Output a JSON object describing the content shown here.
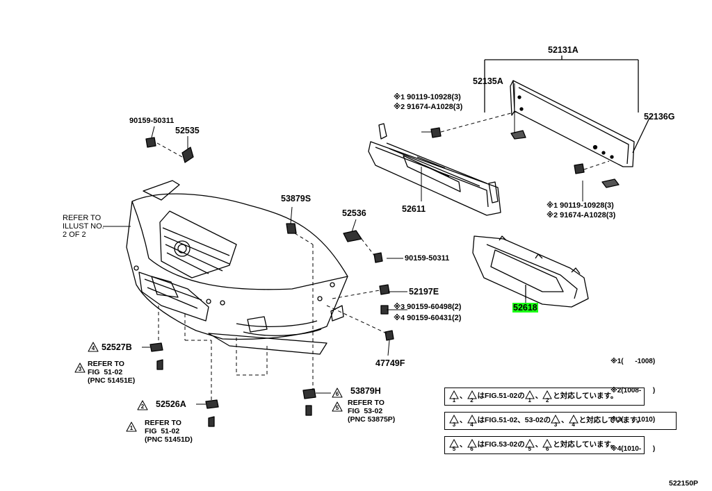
{
  "labels": {
    "p52131a": "52131A",
    "p52135a": "52135A",
    "p52136g": "52136G",
    "p52611": "52611",
    "p52618": "52618",
    "p90159_top": "90159-50311",
    "p52535": "52535",
    "p53879s": "53879S",
    "p52536": "52536",
    "p90159_mid": "90159-50311",
    "p52197e": "52197E",
    "p90159_60498": "90159-60498(2)",
    "p90159_60431": "90159-60431(2)",
    "p47749f": "47749F",
    "p52527b": "52527B",
    "p52526a": "52526A",
    "p53879h": "53879H",
    "code": "522150P"
  },
  "fasteners_top": {
    "line1_mark": "※1",
    "line1": "90119-10928(3)",
    "line2_mark": "※2",
    "line2": "91674-A1028(3)"
  },
  "fasteners_right": {
    "line1_mark": "※1",
    "line1": "90119-10928(3)",
    "line2_mark": "※2",
    "line2": "91674-A1028(3)"
  },
  "marks": {
    "m3": "※3",
    "m4": "※4"
  },
  "refer_illust": [
    "REFER TO",
    "ILLUST NO.",
    "2 OF 2"
  ],
  "refer_3": {
    "num": "3",
    "lines": [
      "REFER TO",
      "FIG  51-02",
      "(PNC 51451E)"
    ]
  },
  "refer_1": {
    "num": "1",
    "lines": [
      "REFER TO",
      "FIG  51-02",
      "(PNC 51451D)"
    ]
  },
  "refer_5": {
    "num": "5",
    "lines": [
      "REFER TO",
      "FIG  53-02",
      "(PNC 53875P)"
    ]
  },
  "tri_nums": {
    "t4": "4",
    "t2": "2",
    "t6": "6"
  },
  "date_notes": [
    {
      "mark": "※1",
      "text": "(      -1008)"
    },
    {
      "mark": "※2",
      "text": "(1008-      )"
    },
    {
      "mark": "※3",
      "text": "(      -1010)"
    },
    {
      "mark": "※4",
      "text": "(1010-      )"
    }
  ],
  "notes": [
    {
      "a": "1",
      "sep": "、",
      "b": "2",
      "mid": "はFIG.51-02の",
      "c": "1",
      "sep2": "、",
      "d": "2",
      "end": "と対応しています。"
    },
    {
      "a": "3",
      "sep": "、",
      "b": "4",
      "mid": "はFIG.51-02、53-02の",
      "c": "3",
      "sep2": "、",
      "d": "4",
      "end": "と対応しています。"
    },
    {
      "a": "5",
      "sep": "、",
      "b": "6",
      "mid": "はFIG.53-02の",
      "c": "5",
      "sep2": "、",
      "d": "6",
      "end": "と対応しています。"
    }
  ],
  "colors": {
    "highlight": "#1bff16",
    "ink": "#000000",
    "paper": "#ffffff"
  }
}
